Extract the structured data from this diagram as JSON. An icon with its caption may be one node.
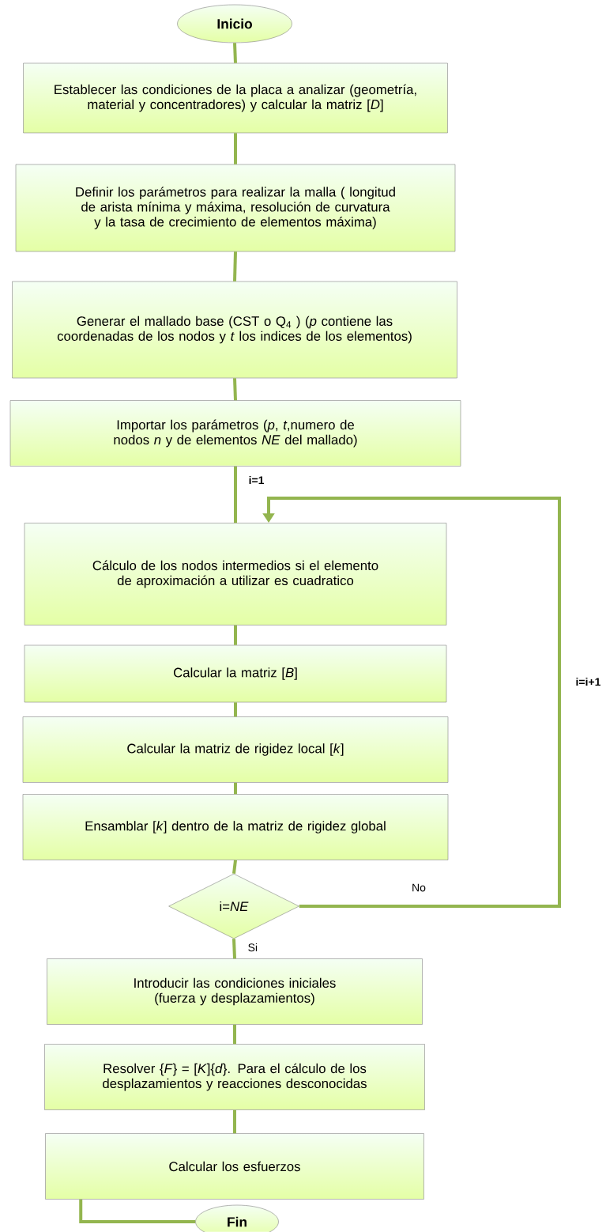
{
  "diagram": {
    "nodes": [
      {
        "text": [
          "**Inicio**"
        ]
      },
      {
        "text": [
          "Establecer las condiciones de la placa a analizar (geometría, material y concentradores) y calcular la matriz [*D*]"
        ]
      },
      {
        "text": [
          "Definir los parámetros para realizar la malla ( longitud de arista mínima y máxima,  resolución de curvatura y la tasa de crecimiento de elementos máxima)"
        ]
      },
      {
        "text": [
          "Generar el mallado base (CST o Q$_{4}$ ) (*p* contiene las coordenadas de los nodos y *t* los indices de los elementos)"
        ]
      },
      {
        "text": [
          "Importar los parámetros (*p*, *t*,numero de nodos *n* y de elementos *NE* del mallado)"
        ]
      },
      {
        "text": [
          "Cálculo de los nodos intermedios si  el elemento de aproximación a utilizar es cuadratico"
        ]
      },
      {
        "text": [
          "Calcular la matriz [*B*]"
        ]
      },
      {
        "text": [
          "Calcular la matriz de rigidez local [*k*]"
        ]
      },
      {
        "text": [
          "Ensamblar [*k*] dentro de la matriz de rigidez global"
        ]
      },
      {
        "text": [
          "i=*NE*"
        ]
      },
      {
        "text": [
          "Introducir las condiciones iniciales  (fuerza y desplazamientos)"
        ]
      },
      {
        "text": [
          "Resolver {*F*} = [*K*]{*d*}. Para el cálculo de los desplazamientos y reacciones desconocidas"
        ]
      },
      {
        "text": [
          "Calcular los esfuerzos"
        ]
      },
      {
        "text": [
          "**Fin**"
        ]
      }
    ],
    "edges": [
      {
        "from": 0,
        "to": 1,
        "arrow": "none"
      },
      {
        "from": 1,
        "to": 2,
        "arrow": "none"
      },
      {
        "from": 2,
        "to": 3,
        "arrow": "none"
      },
      {
        "from": 3,
        "to": 4,
        "arrow": "none"
      },
      {
        "from": 4,
        "to": 5,
        "arrow": "none",
        "label": "i=1"
      },
      {
        "from": 5,
        "to": 6,
        "arrow": "none"
      },
      {
        "from": 6,
        "to": 7,
        "arrow": "none"
      },
      {
        "from": 7,
        "to": 8,
        "arrow": "none"
      },
      {
        "from": 8,
        "to": 9,
        "arrow": "none"
      },
      {
        "from": 9,
        "to": 5,
        "arrow": "to",
        "label": "No"
      },
      {
        "from": 9,
        "to": 10,
        "arrow": "none",
        "label": "Si"
      },
      {
        "from": 10,
        "to": 11,
        "arrow": "none"
      },
      {
        "from": 11,
        "to": 12,
        "arrow": "none"
      },
      {
        "from": 12,
        "to": 13,
        "arrow": "none"
      }
    ],
    "labels": [
      "i=i+1"
    ]
  }
}
